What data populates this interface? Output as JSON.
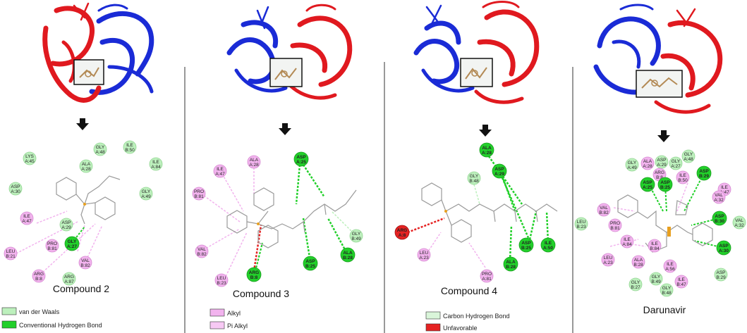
{
  "colors": {
    "red_chain": "#e0191f",
    "blue_chain": "#1a2bd6",
    "vdw": "#bdf0bd",
    "hbond": "#22d02a",
    "alkyl": "#f2b3ee",
    "pi_alkyl": "#f7c9f4",
    "carbon_hbond": "#d9f5d9",
    "unfavorable": "#e52222",
    "ligand": "#9a9a9a",
    "arrow": "#111111"
  },
  "panels": [
    {
      "id": "compound-2",
      "title": "Compound 2",
      "residues": [
        {
          "text": [
            "LYS",
            "A:45"
          ],
          "type": "vdw"
        },
        {
          "text": [
            "GLY",
            "A:48"
          ],
          "type": "vdw"
        },
        {
          "text": [
            "ILE",
            "B:50"
          ],
          "type": "vdw"
        },
        {
          "text": [
            "ALA",
            "A:28"
          ],
          "type": "vdw"
        },
        {
          "text": [
            "ILE",
            "A:84"
          ],
          "type": "vdw"
        },
        {
          "text": [
            "ASP",
            "A:30"
          ],
          "type": "vdw"
        },
        {
          "text": [
            "GLY",
            "A:49"
          ],
          "type": "vdw"
        },
        {
          "text": [
            "ILE",
            "A:47"
          ],
          "type": "alkyl"
        },
        {
          "text": [
            "ASP",
            "A:29"
          ],
          "type": "vdw"
        },
        {
          "text": [
            "GLY",
            "A:27"
          ],
          "type": "hbond"
        },
        {
          "text": [
            "PRO",
            "B:81"
          ],
          "type": "alkyl"
        },
        {
          "text": [
            "LEU",
            "B:21"
          ],
          "type": "alkyl"
        },
        {
          "text": [
            "VAL",
            "B:82"
          ],
          "type": "alkyl"
        },
        {
          "text": [
            "ARG",
            "B:8"
          ],
          "type": "alkyl"
        },
        {
          "text": [
            "ARG",
            "A:87"
          ],
          "type": "vdw"
        }
      ]
    },
    {
      "id": "compound-3",
      "title": "Compound 3",
      "residues": [
        {
          "text": [
            "ALA",
            "A:28"
          ],
          "type": "alkyl"
        },
        {
          "text": [
            "ASP",
            "A:25"
          ],
          "type": "hbond"
        },
        {
          "text": [
            "ILE",
            "A:47"
          ],
          "type": "alkyl"
        },
        {
          "text": [
            "PRO",
            "B:81"
          ],
          "type": "alkyl"
        },
        {
          "text": [
            "GLY",
            "B:49"
          ],
          "type": "vdw"
        },
        {
          "text": [
            "VAL",
            "B:82"
          ],
          "type": "alkyl"
        },
        {
          "text": [
            "ARG",
            "B:8"
          ],
          "type": "hbond"
        },
        {
          "text": [
            "ASP",
            "B:25"
          ],
          "type": "hbond"
        },
        {
          "text": [
            "ALA",
            "B:28"
          ],
          "type": "hbond"
        },
        {
          "text": [
            "LEU",
            "B:23"
          ],
          "type": "alkyl"
        }
      ]
    },
    {
      "id": "compound-4",
      "title": "Compound 4",
      "residues": [
        {
          "text": [
            "ALA",
            "A:28"
          ],
          "type": "hbond"
        },
        {
          "text": [
            "GLY",
            "B:48"
          ],
          "type": "vdw"
        },
        {
          "text": [
            "ASP",
            "A:29"
          ],
          "type": "hbond"
        },
        {
          "text": [
            "ARG",
            "A:8"
          ],
          "type": "unfavorable"
        },
        {
          "text": [
            "LEU",
            "A:23"
          ],
          "type": "alkyl"
        },
        {
          "text": [
            "ASP",
            "B:25"
          ],
          "type": "hbond"
        },
        {
          "text": [
            "ILE",
            "A:50"
          ],
          "type": "hbond"
        },
        {
          "text": [
            "ALA",
            "B:28"
          ],
          "type": "hbond"
        },
        {
          "text": [
            "PRO",
            "A:81"
          ],
          "type": "alkyl"
        }
      ]
    },
    {
      "id": "darunavir",
      "title": "Darunavir",
      "residues": [
        {
          "text": [
            "GLY",
            "A:49"
          ],
          "type": "vdw"
        },
        {
          "text": [
            "ALA",
            "A:28"
          ],
          "type": "alkyl"
        },
        {
          "text": [
            "ASP",
            "A:29"
          ],
          "type": "vdw"
        },
        {
          "text": [
            "GLY",
            "A:27"
          ],
          "type": "vdw"
        },
        {
          "text": [
            "GLY",
            "A:48"
          ],
          "type": "vdw"
        },
        {
          "text": [
            "ARG",
            "B:8"
          ],
          "type": "alkyl"
        },
        {
          "text": [
            "ASP",
            "A:25"
          ],
          "type": "hbond"
        },
        {
          "text": [
            "ASP",
            "B:25"
          ],
          "type": "hbond"
        },
        {
          "text": [
            "ILE",
            "B:50"
          ],
          "type": "alkyl"
        },
        {
          "text": [
            "ASP",
            "B:29"
          ],
          "type": "hbond"
        },
        {
          "text": [
            "ILE",
            "A:47"
          ],
          "type": "alkyl"
        },
        {
          "text": [
            "VAL",
            "B:82"
          ],
          "type": "alkyl"
        },
        {
          "text": [
            "PRO",
            "B:81"
          ],
          "type": "alkyl"
        },
        {
          "text": [
            "LEU",
            "B:23"
          ],
          "type": "vdw"
        },
        {
          "text": [
            "ASP",
            "B:30"
          ],
          "type": "hbond"
        },
        {
          "text": [
            "VAL",
            "A:32"
          ],
          "type": "vdw"
        },
        {
          "text": [
            "VAL",
            "A:32"
          ],
          "type": "alkyl"
        },
        {
          "text": [
            "ILE",
            "A:84"
          ],
          "type": "alkyl"
        },
        {
          "text": [
            "ILE",
            "B:84"
          ],
          "type": "alkyl"
        },
        {
          "text": [
            "ASP",
            "A:30"
          ],
          "type": "hbond"
        },
        {
          "text": [
            "LEU",
            "A:23"
          ],
          "type": "alkyl"
        },
        {
          "text": [
            "ALA",
            "B:28"
          ],
          "type": "alkyl"
        },
        {
          "text": [
            "ILE",
            "A:56"
          ],
          "type": "alkyl"
        },
        {
          "text": [
            "GLY",
            "B:49"
          ],
          "type": "vdw"
        },
        {
          "text": [
            "GLY",
            "B:27"
          ],
          "type": "vdw"
        },
        {
          "text": [
            "GLY",
            "B:48"
          ],
          "type": "vdw"
        },
        {
          "text": [
            "ILE",
            "B:47"
          ],
          "type": "alkyl"
        },
        {
          "text": [
            "ASP",
            "B:29"
          ],
          "type": "vdw"
        }
      ]
    }
  ],
  "legends": [
    {
      "id": "legend-1",
      "items": [
        {
          "label": "van der Waals",
          "type": "vdw"
        },
        {
          "label": "Conventional Hydrogen Bond",
          "type": "hbond"
        }
      ]
    },
    {
      "id": "legend-2",
      "items": [
        {
          "label": "Alkyl",
          "type": "alkyl"
        },
        {
          "label": "Pi Alkyl",
          "type": "pi_alkyl"
        }
      ]
    },
    {
      "id": "legend-3",
      "items": [
        {
          "label": "Carbon Hydrogen Bond",
          "type": "carbon_hbond"
        },
        {
          "label": "Unfavorable",
          "type": "unfavorable"
        }
      ]
    }
  ]
}
